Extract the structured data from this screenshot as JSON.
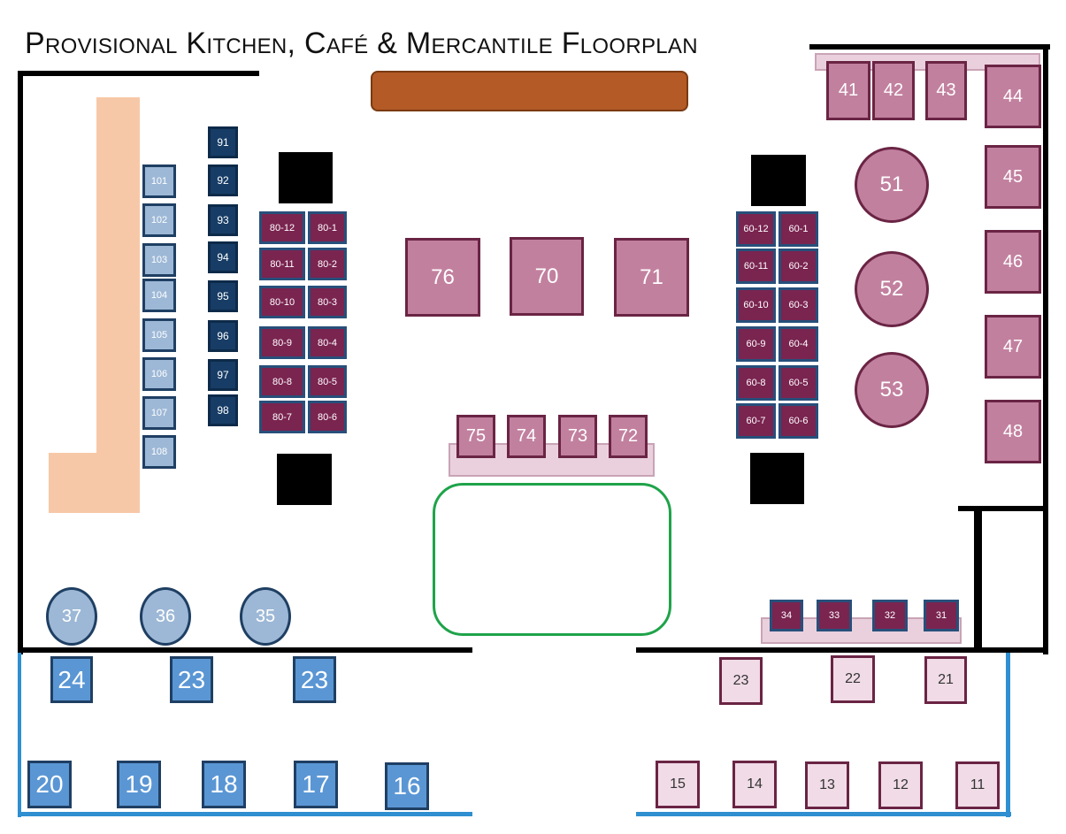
{
  "title": "Provisional Kitchen, Café & Mercantile Floorplan",
  "colors": {
    "wall": "#000000",
    "patio_wall": "#2f8fd0",
    "bar": "#b35a26",
    "counter": "#f7c8a8",
    "rail": "#ead0dd",
    "pit_outline": "#1fa34a",
    "light_blue_table": "#9db8d6",
    "navy_table": "#173d66",
    "maroon_table": "#7a2450",
    "pink_table": "#c2809f",
    "patio_blue_table": "#5a96d4",
    "patio_pink_table": "#f0dbe6"
  },
  "tables": {
    "t101": "101",
    "t102": "102",
    "t103": "103",
    "t104": "104",
    "t105": "105",
    "t106": "106",
    "t107": "107",
    "t108": "108",
    "t91": "91",
    "t92": "92",
    "t93": "93",
    "t94": "94",
    "t95": "95",
    "t96": "96",
    "t97": "97",
    "t98": "98",
    "t80_12": "80-12",
    "t80_1": "80-1",
    "t80_11": "80-11",
    "t80_2": "80-2",
    "t80_10": "80-10",
    "t80_3": "80-3",
    "t80_9": "80-9",
    "t80_4": "80-4",
    "t80_8": "80-8",
    "t80_5": "80-5",
    "t80_7": "80-7",
    "t80_6": "80-6",
    "t76": "76",
    "t70": "70",
    "t71": "71",
    "t75": "75",
    "t74": "74",
    "t73": "73",
    "t72": "72",
    "t60_12": "60-12",
    "t60_1": "60-1",
    "t60_11": "60-11",
    "t60_2": "60-2",
    "t60_10": "60-10",
    "t60_3": "60-3",
    "t60_9": "60-9",
    "t60_4": "60-4",
    "t60_8": "60-8",
    "t60_5": "60-5",
    "t60_7": "60-7",
    "t60_6": "60-6",
    "t51": "51",
    "t52": "52",
    "t53": "53",
    "t41": "41",
    "t42": "42",
    "t43": "43",
    "t44": "44",
    "t45": "45",
    "t46": "46",
    "t47": "47",
    "t48": "48",
    "t37": "37",
    "t36": "36",
    "t35": "35",
    "t34": "34",
    "t33": "33",
    "t32": "32",
    "t31": "31",
    "p24": "24",
    "p23a": "23",
    "p23b": "23",
    "p20": "20",
    "p19": "19",
    "p18": "18",
    "p17": "17",
    "p16": "16",
    "p23c": "23",
    "p22": "22",
    "p21": "21",
    "p15": "15",
    "p14": "14",
    "p13": "13",
    "p12": "12",
    "p11": "11"
  }
}
